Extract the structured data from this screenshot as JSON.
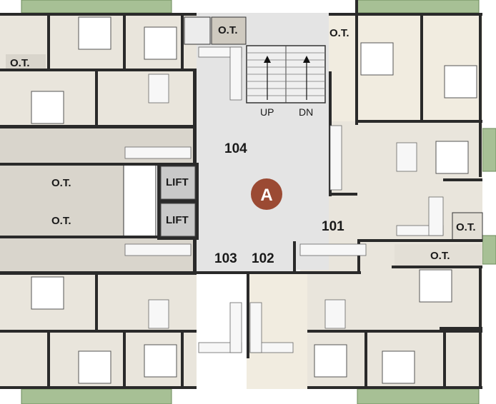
{
  "plan": {
    "core_badge": "A",
    "stairs": {
      "up_label": "UP",
      "down_label": "DN"
    },
    "lifts": [
      "LIFT",
      "LIFT"
    ],
    "units": {
      "u101": "101",
      "u102": "102",
      "u103": "103",
      "u104": "104"
    },
    "ot_labels": {
      "ot_top_left": "O.T.",
      "ot_top_center": "O.T.",
      "ot_top_right": "O.T.",
      "ot_left_mid_upper": "O.T.",
      "ot_left_mid_lower": "O.T.",
      "ot_right_mid": "O.T.",
      "ot_right_lower": "O.T."
    },
    "colors": {
      "wall": "#2a2a2a",
      "room": "#e9e5dc",
      "lobby": "#e4e4e4",
      "balcony": "#a7c095",
      "badge": "#9b4a33"
    }
  }
}
